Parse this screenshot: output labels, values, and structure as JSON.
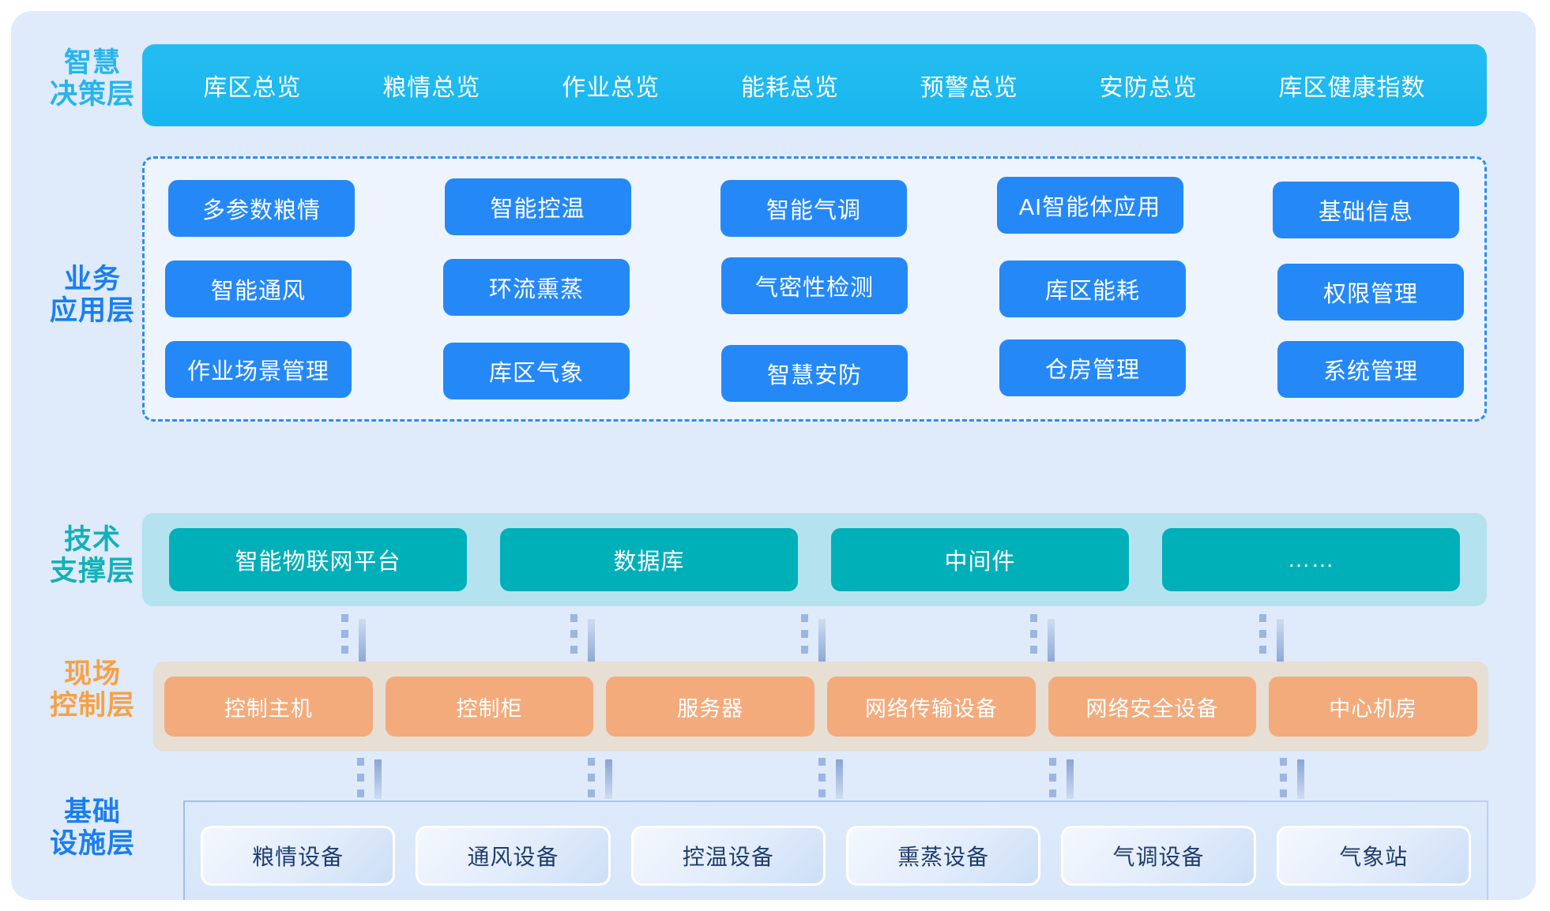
{
  "layers": {
    "decision": {
      "label": "智慧\n决策层",
      "color": "#27b4ec",
      "items": [
        "库区总览",
        "粮情总览",
        "作业总览",
        "能耗总览",
        "预警总览",
        "安防总览",
        "库区健康指数"
      ]
    },
    "business": {
      "label": "业务\n应用层",
      "color": "#1a7ef0",
      "rows": [
        [
          "多参数粮情",
          "智能控温",
          "智能气调",
          "AI智能体应用",
          "基础信息"
        ],
        [
          "智能通风",
          "环流熏蒸",
          "气密性检测",
          "库区能耗",
          "权限管理"
        ],
        [
          "作业场景管理",
          "库区气象",
          "智慧安防",
          "仓房管理",
          "系统管理"
        ]
      ]
    },
    "technical": {
      "label": "技术\n支撑层",
      "color": "#12b1b8",
      "items": [
        "智能物联网平台",
        "数据库",
        "中间件",
        "……"
      ]
    },
    "field": {
      "label": "现场\n控制层",
      "color": "#f7a144",
      "items": [
        "控制主机",
        "控制柜",
        "服务器",
        "网络传输设备",
        "网络安全设备",
        "中心机房"
      ]
    },
    "infrastructure": {
      "label": "基础\n设施层",
      "color": "#1a7ef0",
      "items": [
        "粮情设备",
        "通风设备",
        "控温设备",
        "熏蒸设备",
        "气调设备",
        "气象站"
      ]
    }
  },
  "connectors": {
    "tech_to_field_count": 5,
    "field_to_infra_count": 5
  },
  "palette": {
    "board_background": "#dfeafb",
    "decision_bar": "#19b7ef",
    "business_chip": "#2489f7",
    "business_dashed_border": "#2b8cf5",
    "technical_band": "#b4e2ef",
    "technical_chip": "#00b0b9",
    "field_band": "#e7ded4",
    "field_chip": "#f3ab7c",
    "infra_chip_text": "#1f3d6e",
    "connector_line": "#8aa4d4"
  }
}
